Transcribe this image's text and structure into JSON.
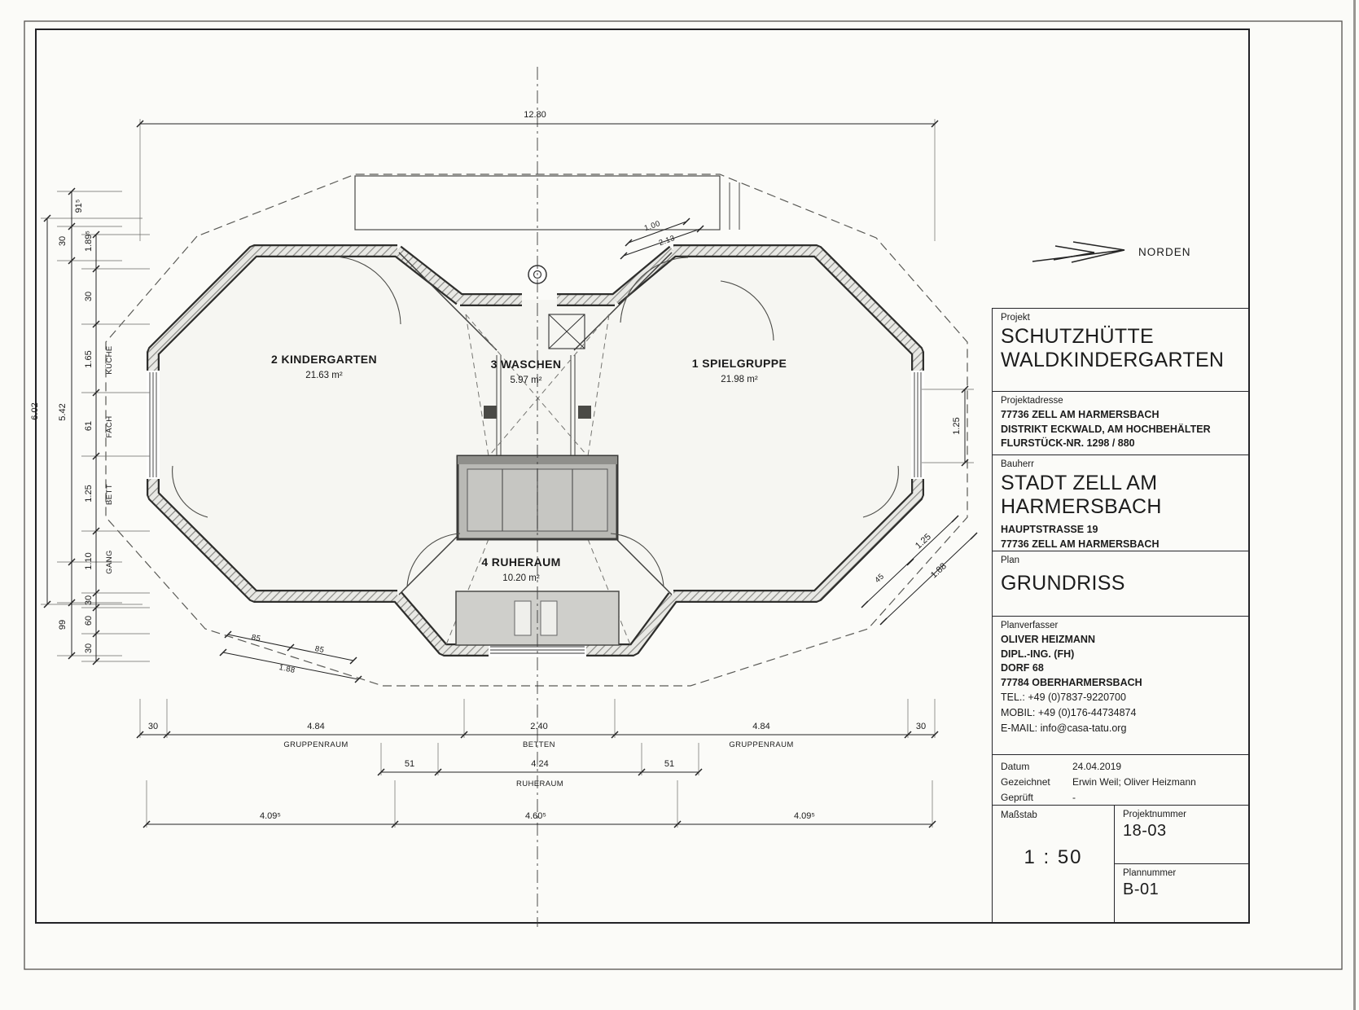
{
  "north": {
    "label": "NORDEN"
  },
  "rooms": {
    "kindergarten": {
      "label": "2  KINDERGARTEN",
      "area": "21.63 m²"
    },
    "waschen": {
      "label": "3  WASCHEN",
      "area": "5.97 m²"
    },
    "spielgruppe": {
      "label": "1  SPIELGRUPPE",
      "area": "21.98 m²"
    },
    "ruheraum": {
      "label": "4  RUHERAUM",
      "area": "10.20 m²"
    }
  },
  "dims": {
    "top_width": "12.80",
    "left_total": "6.02",
    "l1": "91⁵",
    "l2": "30",
    "l3": "1.89⁵",
    "l4": "30",
    "l5": "1.65",
    "l5n": "KÜCHE",
    "l6": "5.42",
    "l7": "61",
    "l7n": "FACH",
    "l8": "1.25",
    "l8n": "BETT",
    "l9": "1.10",
    "l9n": "GANG",
    "l10": "30",
    "l11": "99",
    "l12": "60",
    "l13": "30",
    "r1": "1.25",
    "r2": "45",
    "r3": "1.25",
    "r4": "1.88",
    "tr1": "1.00",
    "tr2": "2.13",
    "bl1": "85",
    "bl2": "85",
    "bl3": "1.88",
    "b1": "30",
    "b2": "4.84",
    "b2n": "GRUPPENRAUM",
    "b3": "2.40",
    "b3n": "BETTEN",
    "b4": "4.84",
    "b4n": "GRUPPENRAUM",
    "b5": "30",
    "c1": "51",
    "c2": "4.24",
    "c2n": "RUHERAUM",
    "c3": "51",
    "d1": "4.09⁵",
    "d2": "4.60⁵",
    "d3": "4.09⁵"
  },
  "titleblock": {
    "projekt_label": "Projekt",
    "projekt_line1": "SCHUTZHÜTTE",
    "projekt_line2": "WALDKINDERGARTEN",
    "adresse_label": "Projektadresse",
    "adresse_lines": [
      "77736 ZELL AM HARMERSBACH",
      "DISTRIKT ECKWALD, AM HOCHBEHÄLTER",
      "FLURSTÜCK-NR. 1298 / 880"
    ],
    "bauherr_label": "Bauherr",
    "bauherr_line1": "STADT ZELL AM",
    "bauherr_line2": "HARMERSBACH",
    "bauherr_addr1": "HAUPTSTRASSE 19",
    "bauherr_addr2": "77736 ZELL AM HARMERSBACH",
    "plan_label": "Plan",
    "plan_value": "GRUNDRISS",
    "verfasser_label": "Planverfasser",
    "verfasser_lines": [
      "OLIVER HEIZMANN",
      "DIPL.-ING. (FH)",
      "DORF 68",
      "77784 OBERHARMERSBACH"
    ],
    "tel": "TEL.:    +49 (0)7837-9220700",
    "mobil": "MOBIL: +49 (0)176-44734874",
    "email": "E-MAIL: info@casa-tatu.org",
    "datum_label": "Datum",
    "datum_value": "24.04.2019",
    "gezeichnet_label": "Gezeichnet",
    "gezeichnet_value": "Erwin Weil; Oliver Heizmann",
    "geprueft_label": "Geprüft",
    "geprueft_value": "-",
    "massstab_label": "Maßstab",
    "massstab_value": "1 : 50",
    "projektnummer_label": "Projektnummer",
    "projektnummer_value": "18-03",
    "plannummer_label": "Plannummer",
    "plannummer_value": "B-01"
  }
}
